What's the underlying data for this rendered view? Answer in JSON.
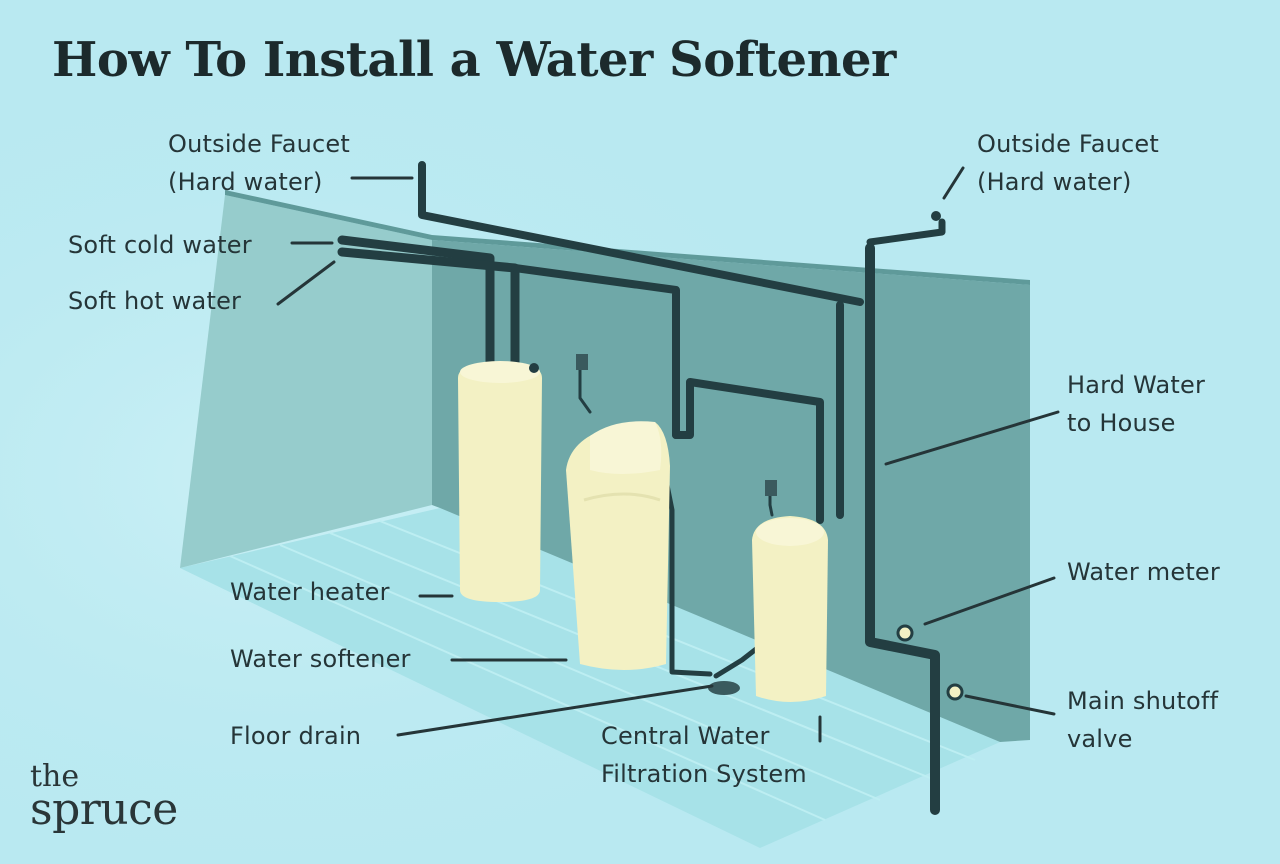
{
  "title": "How To Install a Water Softener",
  "colors": {
    "background": "#b9e9f1",
    "wall": "#6fa8a8",
    "pipe": "#233e42",
    "appliance": "#f3f1c4",
    "floor": "#a7e2e8"
  },
  "labels": {
    "outside_faucet_left": [
      "Outside Faucet",
      "(Hard water)"
    ],
    "soft_cold_water": "Soft cold water",
    "soft_hot_water": "Soft hot water",
    "outside_faucet_right": [
      "Outside Faucet",
      "(Hard water)"
    ],
    "hard_water_to_house": [
      "Hard Water",
      "to House"
    ],
    "water_meter": "Water meter",
    "main_shutoff_valve": [
      "Main shutoff",
      "valve"
    ],
    "water_heater": "Water heater",
    "water_softener": "Water softener",
    "floor_drain": "Floor drain",
    "central_water_filtration": [
      "Central Water",
      "Filtration System"
    ]
  },
  "logo": {
    "line1": "the",
    "line2": "spruce"
  }
}
